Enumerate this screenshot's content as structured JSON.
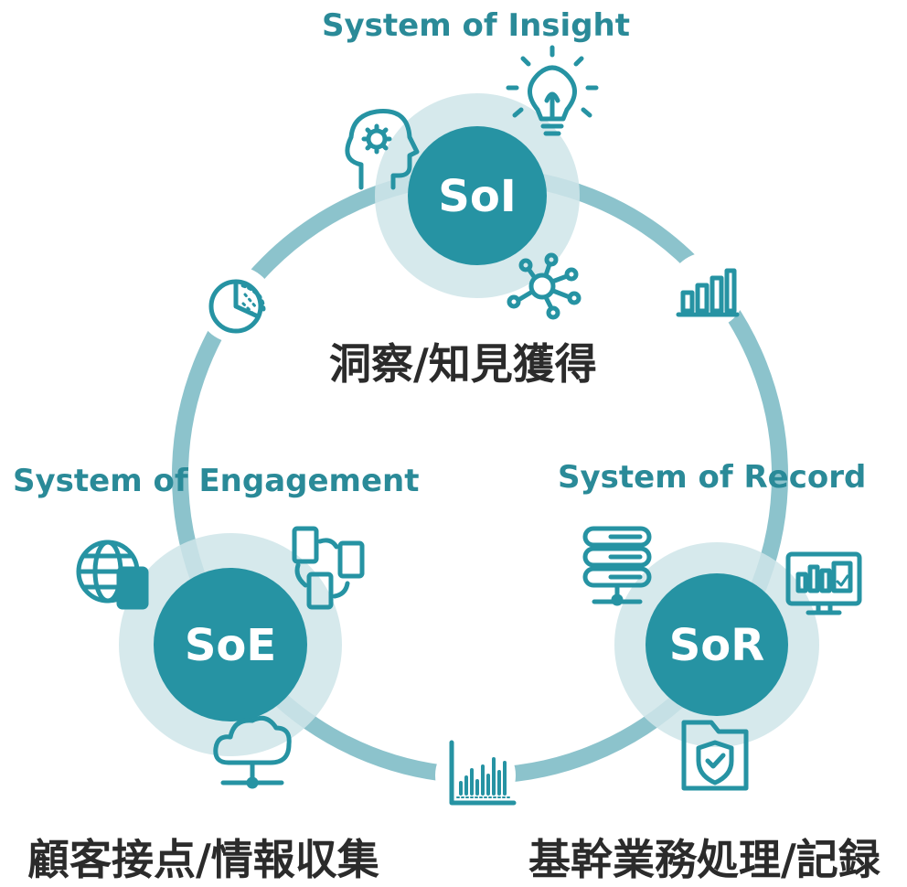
{
  "colors": {
    "ring": "#7fbfc8",
    "halo": "#cfe5e9",
    "node": "#2693a3",
    "heading": "#2a8a98",
    "icon": "#2693a3",
    "text": "#2b2b2b"
  },
  "soi": {
    "heading": "System of Insight",
    "abbr": "SoI",
    "label": "洞察/知見獲得",
    "icons": [
      "head-gear-icon",
      "lightbulb-icon",
      "network-hub-icon"
    ]
  },
  "soe": {
    "heading": "System of Engagement",
    "abbr": "SoE",
    "label": "顧客接点/情報収集",
    "icons": [
      "globe-phone-icon",
      "device-sync-icon",
      "cloud-network-icon"
    ]
  },
  "sor": {
    "heading": "System of Record",
    "abbr": "SoR",
    "label": "基幹業務処理/記録",
    "icons": [
      "server-stack-icon",
      "monitor-chart-icon",
      "folder-shield-icon"
    ]
  },
  "ring_icons": [
    "pie-chart-icon",
    "bar-chart-icon",
    "histogram-icon"
  ]
}
